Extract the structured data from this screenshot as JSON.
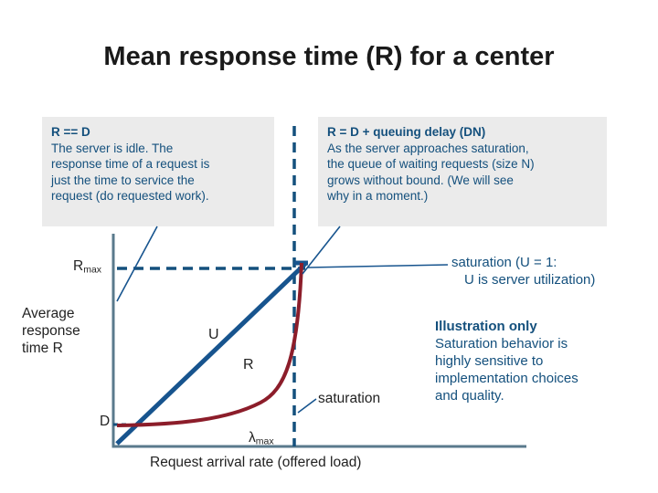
{
  "title": "Mean response time (R) for a center",
  "callouts": {
    "left": {
      "heading": "R == D",
      "body_lines": [
        "The server is idle.  The",
        "response time of a request is",
        "just the time to service the",
        "request (do requested work)."
      ]
    },
    "right": {
      "heading": "R = D + queuing delay (DN)",
      "body_lines": [
        "As the server approaches saturation,",
        "the queue of waiting requests (size N)",
        "grows without bound.  (We will see",
        "why in a moment.)"
      ]
    }
  },
  "annotations": {
    "saturation_note": {
      "line1": "saturation (U = 1:",
      "line2": "U is server utilization)"
    },
    "illustration": {
      "heading": "Illustration only",
      "lines": [
        "Saturation behavior is",
        "highly sensitive to",
        "implementation choices",
        "and quality."
      ]
    },
    "saturation_pointer": "saturation"
  },
  "chart": {
    "y_axis_label_lines": [
      "Average",
      "response",
      "time R"
    ],
    "x_axis_label": "Request arrival rate (offered load)",
    "y_tick_rmax": {
      "base": "R",
      "sub": "max"
    },
    "y_tick_d": "D",
    "x_tick_lambda": {
      "base": "λ",
      "sub": "max"
    },
    "series_labels": {
      "utilization": "U",
      "response": "R"
    },
    "colors": {
      "axis": "#5a7a8c",
      "utilization_line": "#17548e",
      "response_curve": "#8c1d2a",
      "dashed_navy": "#14507d",
      "callout_bg": "#ebebeb",
      "text_blue": "#14507d"
    }
  }
}
